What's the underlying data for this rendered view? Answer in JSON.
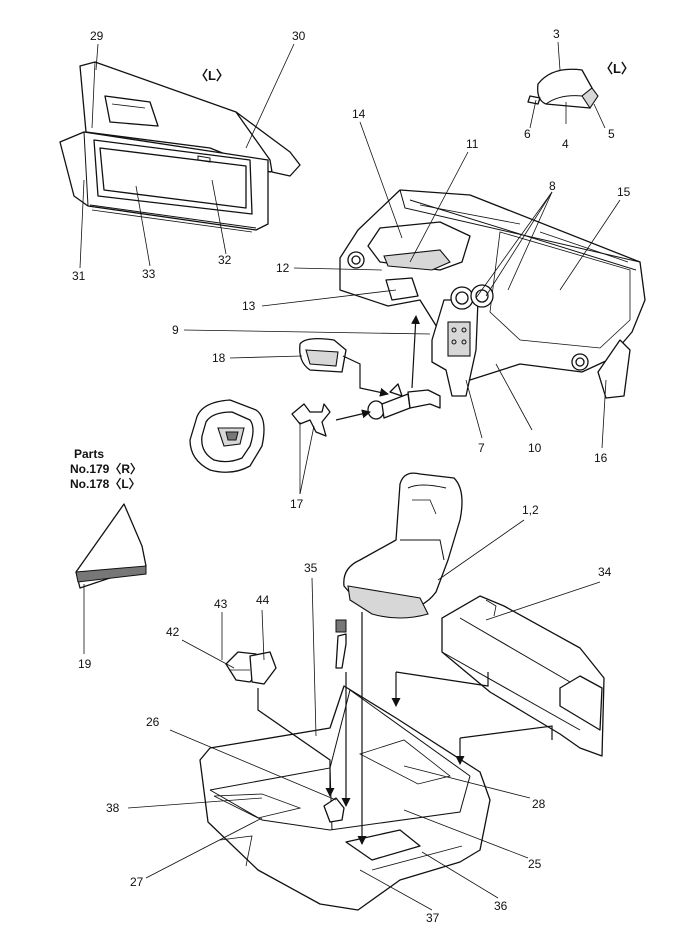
{
  "side_marks": {
    "door_left": "〈L〉",
    "mirror_left": "〈L〉"
  },
  "parts_note": {
    "line1": "Parts",
    "line2": "No.179〈R〉",
    "line3": "No.178〈L〉"
  },
  "labels": {
    "l1_2": "1,2",
    "l3": "3",
    "l4": "4",
    "l5": "5",
    "l6": "6",
    "l7": "7",
    "l8": "8",
    "l9": "9",
    "l10": "10",
    "l11": "11",
    "l12": "12",
    "l13": "13",
    "l14": "14",
    "l15": "15",
    "l16": "16",
    "l17": "17",
    "l18": "18",
    "l19": "19",
    "l25": "25",
    "l26": "26",
    "l27": "27",
    "l28": "28",
    "l29": "29",
    "l30": "30",
    "l31": "31",
    "l32": "32",
    "l33": "33",
    "l34": "34",
    "l35": "35",
    "l36": "36",
    "l37": "37",
    "l38": "38",
    "l42": "42",
    "l43": "43",
    "l44": "44"
  }
}
